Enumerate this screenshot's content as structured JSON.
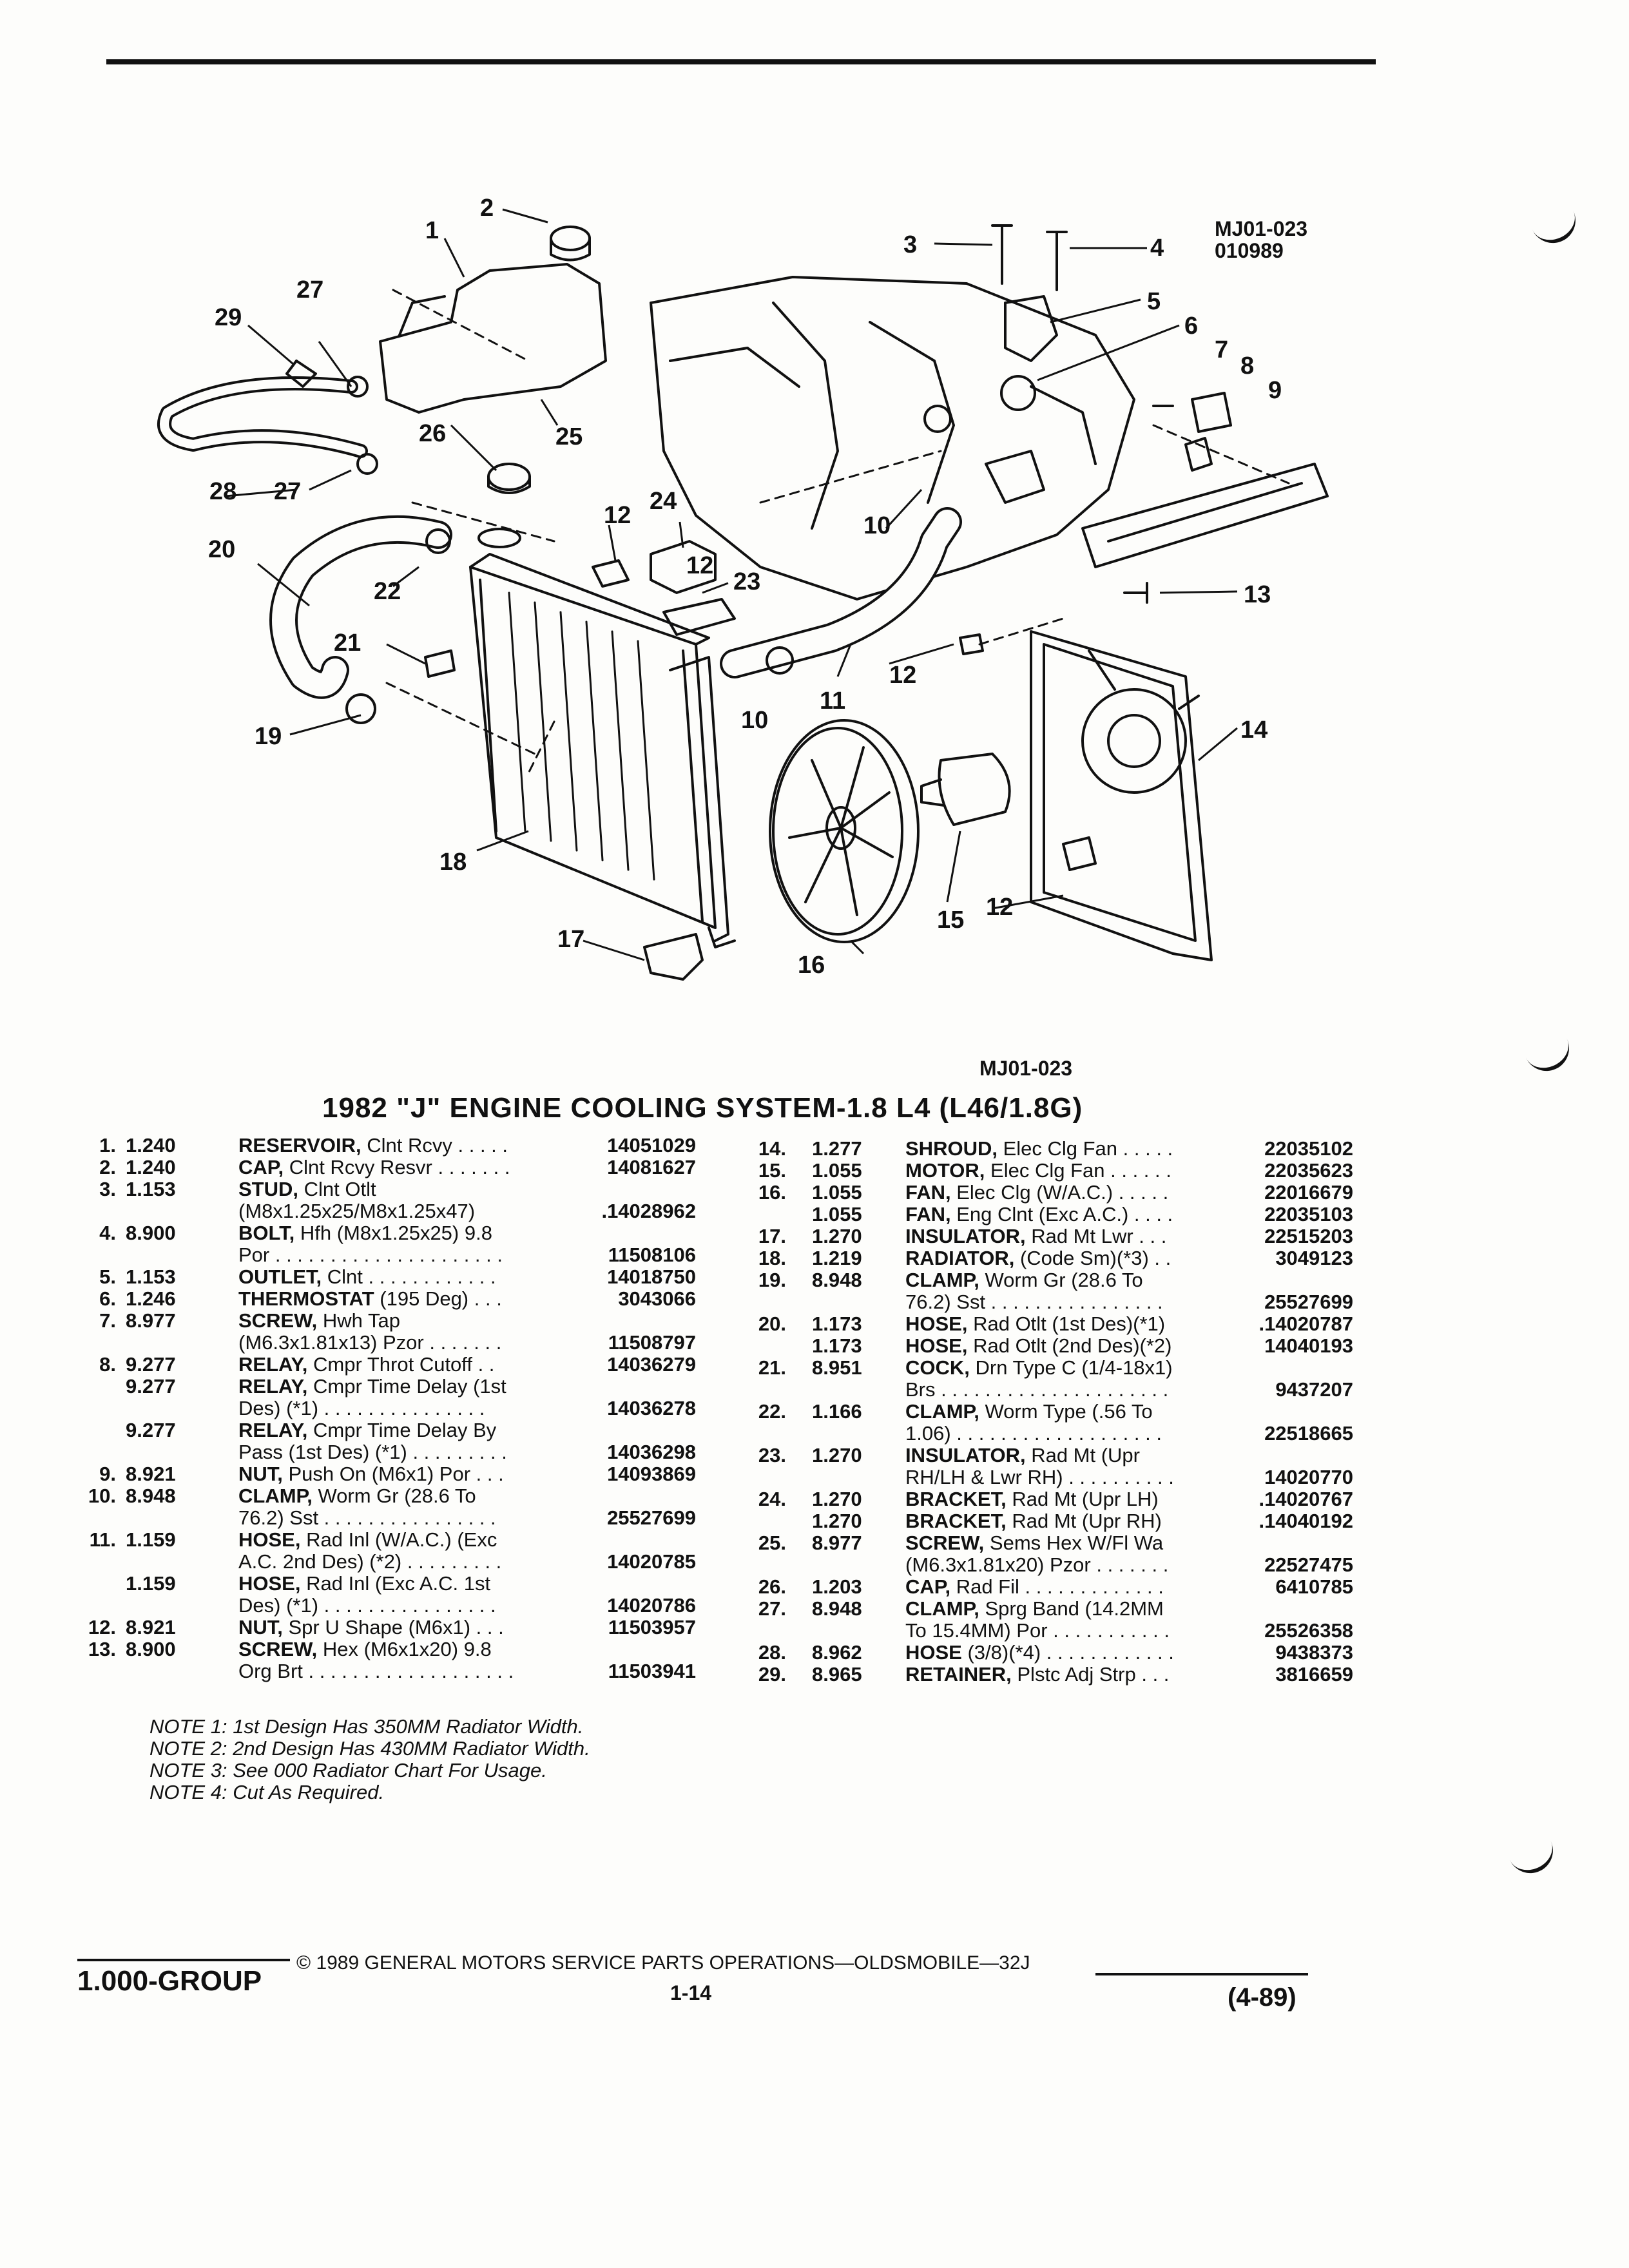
{
  "diagram": {
    "ref_code": "MJ01-023",
    "ref_date": "010989",
    "callouts": [
      "1",
      "2",
      "3",
      "4",
      "5",
      "6",
      "7",
      "8",
      "9",
      "10",
      "10",
      "11",
      "12",
      "12",
      "12",
      "12",
      "13",
      "14",
      "15",
      "16",
      "17",
      "18",
      "19",
      "20",
      "21",
      "22",
      "23",
      "24",
      "25",
      "26",
      "27",
      "27",
      "28",
      "29"
    ]
  },
  "caption_ref": "MJ01-023",
  "title": "1982 \"J\" ENGINE COOLING SYSTEM-1.8 L4 (L46/1.8G)",
  "col1": [
    {
      "num": "1.",
      "grp": "1.240",
      "name": "RESERVOIR,",
      "rest": " Clnt Rcvy  . . . . .",
      "pn": "14051029"
    },
    {
      "num": "2.",
      "grp": "1.240",
      "name": "CAP,",
      "rest": " Clnt Rcvy Resvr . . . . . . .",
      "pn": "14081627"
    },
    {
      "num": "3.",
      "grp": "1.153",
      "name": "STUD,",
      "rest": " Clnt Otlt",
      "pn": ""
    },
    {
      "num": "",
      "grp": "",
      "name": "",
      "rest": "(M8x1.25x25/M8x1.25x47)",
      "pn": ".14028962"
    },
    {
      "num": "4.",
      "grp": "8.900",
      "name": "BOLT,",
      "rest": " Hfh (M8x1.25x25) 9.8",
      "pn": ""
    },
    {
      "num": "",
      "grp": "",
      "name": "",
      "rest": "Por  . . . . . . . . . . . . . . . . . . . . .",
      "pn": "11508106"
    },
    {
      "num": "5.",
      "grp": "1.153",
      "name": "OUTLET,",
      "rest": " Clnt  . . . . . . . . . . . .",
      "pn": "14018750"
    },
    {
      "num": "6.",
      "grp": "1.246",
      "name": "THERMOSTAT",
      "rest": " (195 Deg)  . . .",
      "pn": "3043066"
    },
    {
      "num": "7.",
      "grp": "8.977",
      "name": "SCREW,",
      "rest": " Hwh Tap",
      "pn": ""
    },
    {
      "num": "",
      "grp": "",
      "name": "",
      "rest": "(M6.3x1.81x13) Pzor  . . . . . . .",
      "pn": "11508797"
    },
    {
      "num": "8.",
      "grp": "9.277",
      "name": "RELAY,",
      "rest": " Cmpr Throt Cutoff  . .",
      "pn": "14036279"
    },
    {
      "num": "",
      "grp": "9.277",
      "name": "RELAY,",
      "rest": " Cmpr Time Delay (1st",
      "pn": ""
    },
    {
      "num": "",
      "grp": "",
      "name": "",
      "rest": "Des) (*1)  . . . . . . . . . . . . . . .",
      "pn": "14036278"
    },
    {
      "num": "",
      "grp": "9.277",
      "name": "RELAY,",
      "rest": " Cmpr Time Delay By",
      "pn": ""
    },
    {
      "num": "",
      "grp": "",
      "name": "",
      "rest": "Pass (1st Des) (*1)  . . . . . . . . .",
      "pn": "14036298"
    },
    {
      "num": "9.",
      "grp": "8.921",
      "name": "NUT,",
      "rest": " Push On (M6x1) Por  . . .",
      "pn": "14093869"
    },
    {
      "num": "10.",
      "grp": "8.948",
      "name": "CLAMP,",
      "rest": " Worm Gr (28.6 To",
      "pn": ""
    },
    {
      "num": "",
      "grp": "",
      "name": "",
      "rest": "76.2) Sst  . . . . . . . . . . . . . . . .",
      "pn": "25527699"
    },
    {
      "num": "11.",
      "grp": "1.159",
      "name": "HOSE,",
      "rest": " Rad Inl (W/A.C.) (Exc",
      "pn": ""
    },
    {
      "num": "",
      "grp": "",
      "name": "",
      "rest": "A.C. 2nd Des) (*2)  . . . . . . . . .",
      "pn": "14020785"
    },
    {
      "num": "",
      "grp": "1.159",
      "name": "HOSE,",
      "rest": " Rad Inl (Exc A.C. 1st",
      "pn": ""
    },
    {
      "num": "",
      "grp": "",
      "name": "",
      "rest": "Des) (*1)  . . . . . . . . . . . . . . . .",
      "pn": "14020786"
    },
    {
      "num": "12.",
      "grp": "8.921",
      "name": "NUT,",
      "rest": " Spr U Shape (M6x1)  . . .",
      "pn": "11503957"
    },
    {
      "num": "13.",
      "grp": "8.900",
      "name": "SCREW,",
      "rest": " Hex (M6x1x20) 9.8",
      "pn": ""
    },
    {
      "num": "",
      "grp": "",
      "name": "",
      "rest": "Org Brt  . . . . . . . . . . . . . . . . . . .",
      "pn": "11503941"
    }
  ],
  "notes": [
    "NOTE 1: 1st Design Has 350MM Radiator Width.",
    "NOTE 2: 2nd Design Has 430MM Radiator Width.",
    "NOTE 3: See 000 Radiator Chart For Usage.",
    "NOTE 4: Cut As Required."
  ],
  "col2": [
    {
      "num": "14.",
      "grp": "1.277",
      "name": "SHROUD,",
      "rest": " Elec Clg Fan  . . . . .",
      "pn": "22035102"
    },
    {
      "num": "15.",
      "grp": "1.055",
      "name": "MOTOR,",
      "rest": " Elec Clg Fan  . . . . . .",
      "pn": "22035623"
    },
    {
      "num": "16.",
      "grp": "1.055",
      "name": "FAN,",
      "rest": " Elec Clg (W/A.C.)  . . . . .",
      "pn": "22016679"
    },
    {
      "num": "",
      "grp": "1.055",
      "name": "FAN,",
      "rest": " Eng Clnt (Exc A.C.)  . . . .",
      "pn": "22035103"
    },
    {
      "num": "17.",
      "grp": "1.270",
      "name": "INSULATOR,",
      "rest": " Rad Mt Lwr  . . .",
      "pn": "22515203"
    },
    {
      "num": "18.",
      "grp": "1.219",
      "name": "RADIATOR,",
      "rest": " (Code Sm)(*3)  . .",
      "pn": "3049123"
    },
    {
      "num": "19.",
      "grp": "8.948",
      "name": "CLAMP,",
      "rest": " Worm Gr (28.6 To",
      "pn": ""
    },
    {
      "num": "",
      "grp": "",
      "name": "",
      "rest": "76.2) Sst  . . . . . . . . . . . . . . . .",
      "pn": "25527699"
    },
    {
      "num": "20.",
      "grp": "1.173",
      "name": "HOSE,",
      "rest": " Rad Otlt (1st Des)(*1)",
      "pn": ".14020787"
    },
    {
      "num": "",
      "grp": "1.173",
      "name": "HOSE,",
      "rest": " Rad Otlt (2nd Des)(*2)",
      "pn": "14040193"
    },
    {
      "num": "21.",
      "grp": "8.951",
      "name": "COCK,",
      "rest": " Drn Type C (1/4-18x1)",
      "pn": ""
    },
    {
      "num": "",
      "grp": "",
      "name": "",
      "rest": "Brs  . . . . . . . . . . . . . . . . . . . . .",
      "pn": "9437207"
    },
    {
      "num": "22.",
      "grp": "1.166",
      "name": "CLAMP,",
      "rest": " Worm Type (.56 To",
      "pn": ""
    },
    {
      "num": "",
      "grp": "",
      "name": "",
      "rest": "1.06)  . . . . . . . . . . . . . . . . . . .",
      "pn": "22518665"
    },
    {
      "num": "23.",
      "grp": "1.270",
      "name": "INSULATOR,",
      "rest": " Rad Mt (Upr",
      "pn": ""
    },
    {
      "num": "",
      "grp": "",
      "name": "",
      "rest": "RH/LH & Lwr RH)  . . . . . . . . . .",
      "pn": "14020770"
    },
    {
      "num": "24.",
      "grp": "1.270",
      "name": "BRACKET,",
      "rest": " Rad Mt (Upr LH)",
      "pn": ".14020767"
    },
    {
      "num": "",
      "grp": "1.270",
      "name": "BRACKET,",
      "rest": " Rad Mt (Upr RH)",
      "pn": ".14040192"
    },
    {
      "num": "25.",
      "grp": "8.977",
      "name": "SCREW,",
      "rest": " Sems Hex W/Fl Wa",
      "pn": ""
    },
    {
      "num": "",
      "grp": "",
      "name": "",
      "rest": "(M6.3x1.81x20) Pzor  . . . . . . .",
      "pn": "22527475"
    },
    {
      "num": "26.",
      "grp": "1.203",
      "name": "CAP,",
      "rest": " Rad Fil  . . . . . . . . . . . . .",
      "pn": "6410785"
    },
    {
      "num": "27.",
      "grp": "8.948",
      "name": "CLAMP,",
      "rest": " Sprg Band (14.2MM",
      "pn": ""
    },
    {
      "num": "",
      "grp": "",
      "name": "",
      "rest": "To 15.4MM) Por  . . . . . . . . . . .",
      "pn": "25526358"
    },
    {
      "num": "28.",
      "grp": "8.962",
      "name": "HOSE",
      "rest": " (3/8)(*4)  . . . . . . . . . . . .",
      "pn": "9438373"
    },
    {
      "num": "29.",
      "grp": "8.965",
      "name": "RETAINER,",
      "rest": " Plstc Adj Strp  . . .",
      "pn": "3816659"
    }
  ],
  "footer": {
    "group": "1.000-GROUP",
    "copyright": "© 1989 GENERAL MOTORS SERVICE PARTS OPERATIONS—OLDSMOBILE—32J",
    "page": "1-14",
    "date": "(4-89)"
  }
}
